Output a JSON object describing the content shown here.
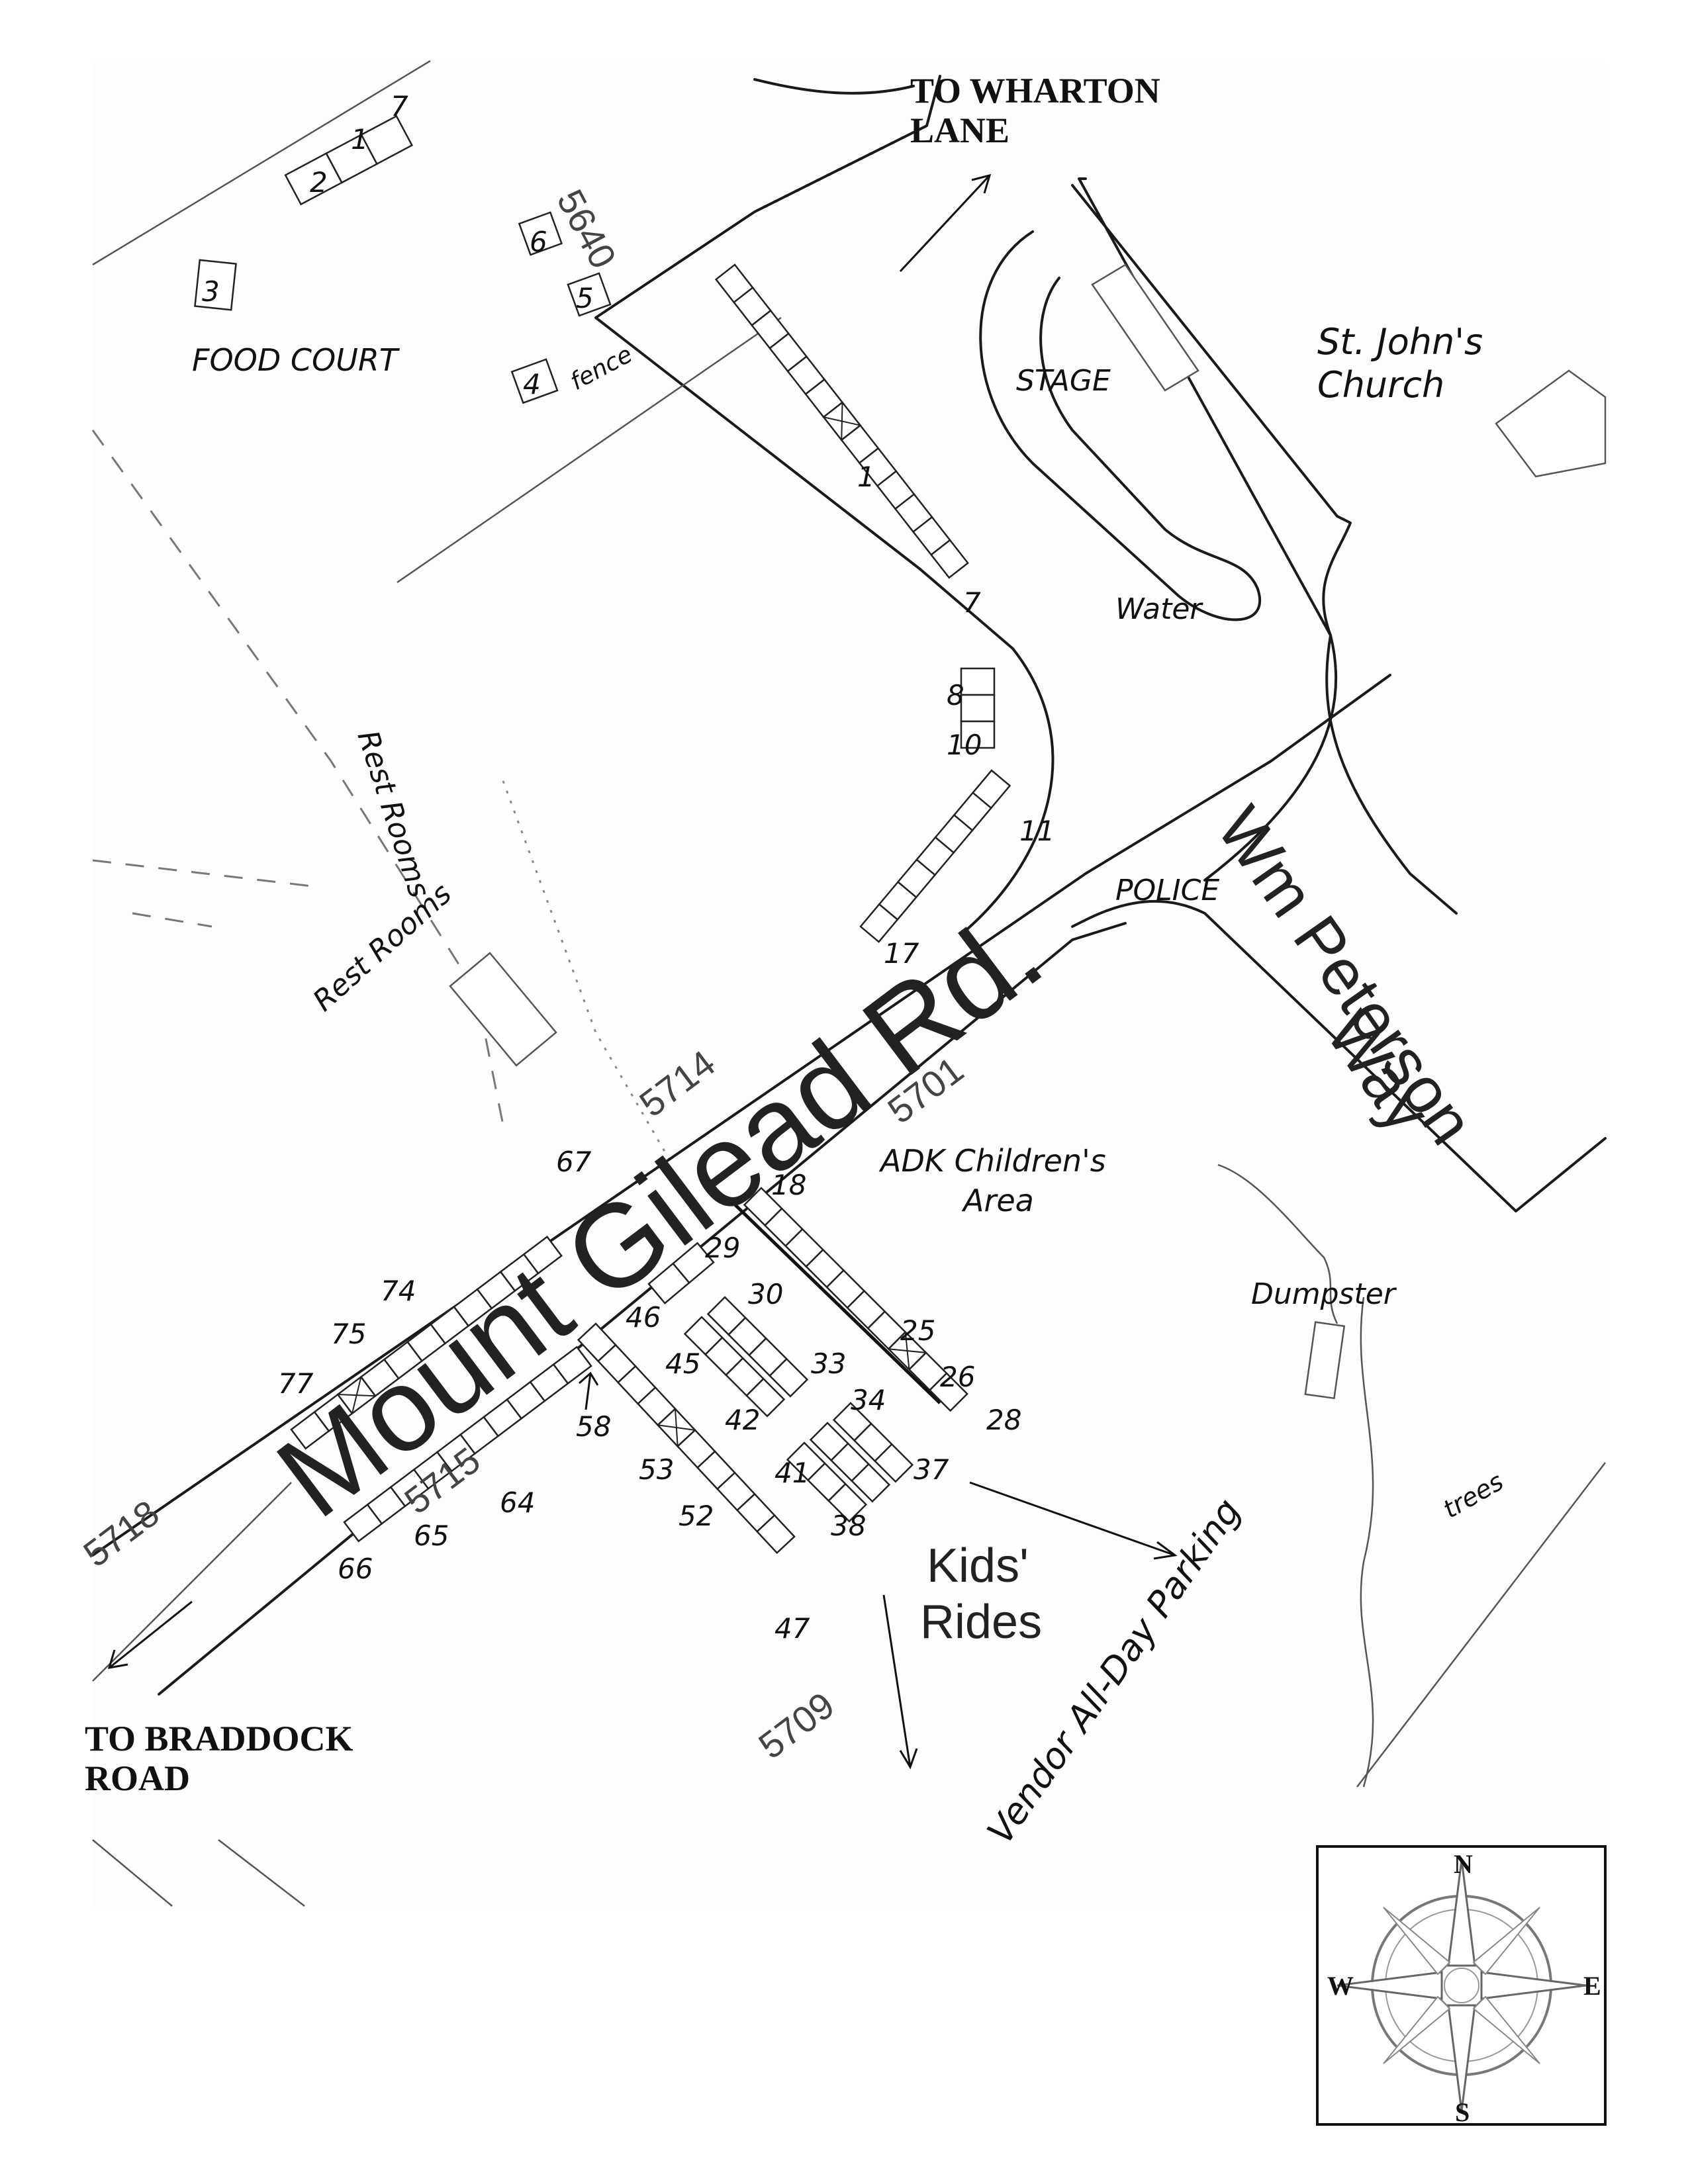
{
  "directions": {
    "north": [
      "TO WHARTON",
      "LANE"
    ],
    "south": [
      "TO BRADDOCK",
      "ROAD"
    ]
  },
  "roads": {
    "main": "Mount Gilead Rd.",
    "side": [
      "Wm Peterson",
      "Way"
    ]
  },
  "addresses": [
    "5640",
    "5714",
    "5701",
    "5718",
    "5715",
    "5709"
  ],
  "areas": {
    "food_court": "FOOD COURT",
    "stage": "STAGE",
    "church": [
      "St. John's",
      "Church"
    ],
    "water": "Water",
    "police": "POLICE",
    "restroom_1": "Rest Rooms",
    "restroom_2": "Rest Rooms",
    "fence": "fence",
    "children": [
      "ADK Children's",
      "Area"
    ],
    "dumpster": "Dumpster",
    "trees": "trees",
    "kids_rides": [
      "Kids'",
      "Rides"
    ],
    "vendor_parking": "Vendor All-Day Parking"
  },
  "food_court_booths": [
    "1",
    "2",
    "3",
    "4",
    "5",
    "6",
    "7"
  ],
  "booth_labels": [
    "1",
    "7",
    "8",
    "10",
    "11",
    "17",
    "18",
    "25",
    "26",
    "28",
    "29",
    "30",
    "33",
    "34",
    "37",
    "38",
    "41",
    "42",
    "45",
    "46",
    "47",
    "52",
    "53",
    "58",
    "64",
    "65",
    "66",
    "67",
    "74",
    "75",
    "77"
  ],
  "compass": {
    "n": "N",
    "s": "S",
    "e": "E",
    "w": "W"
  }
}
